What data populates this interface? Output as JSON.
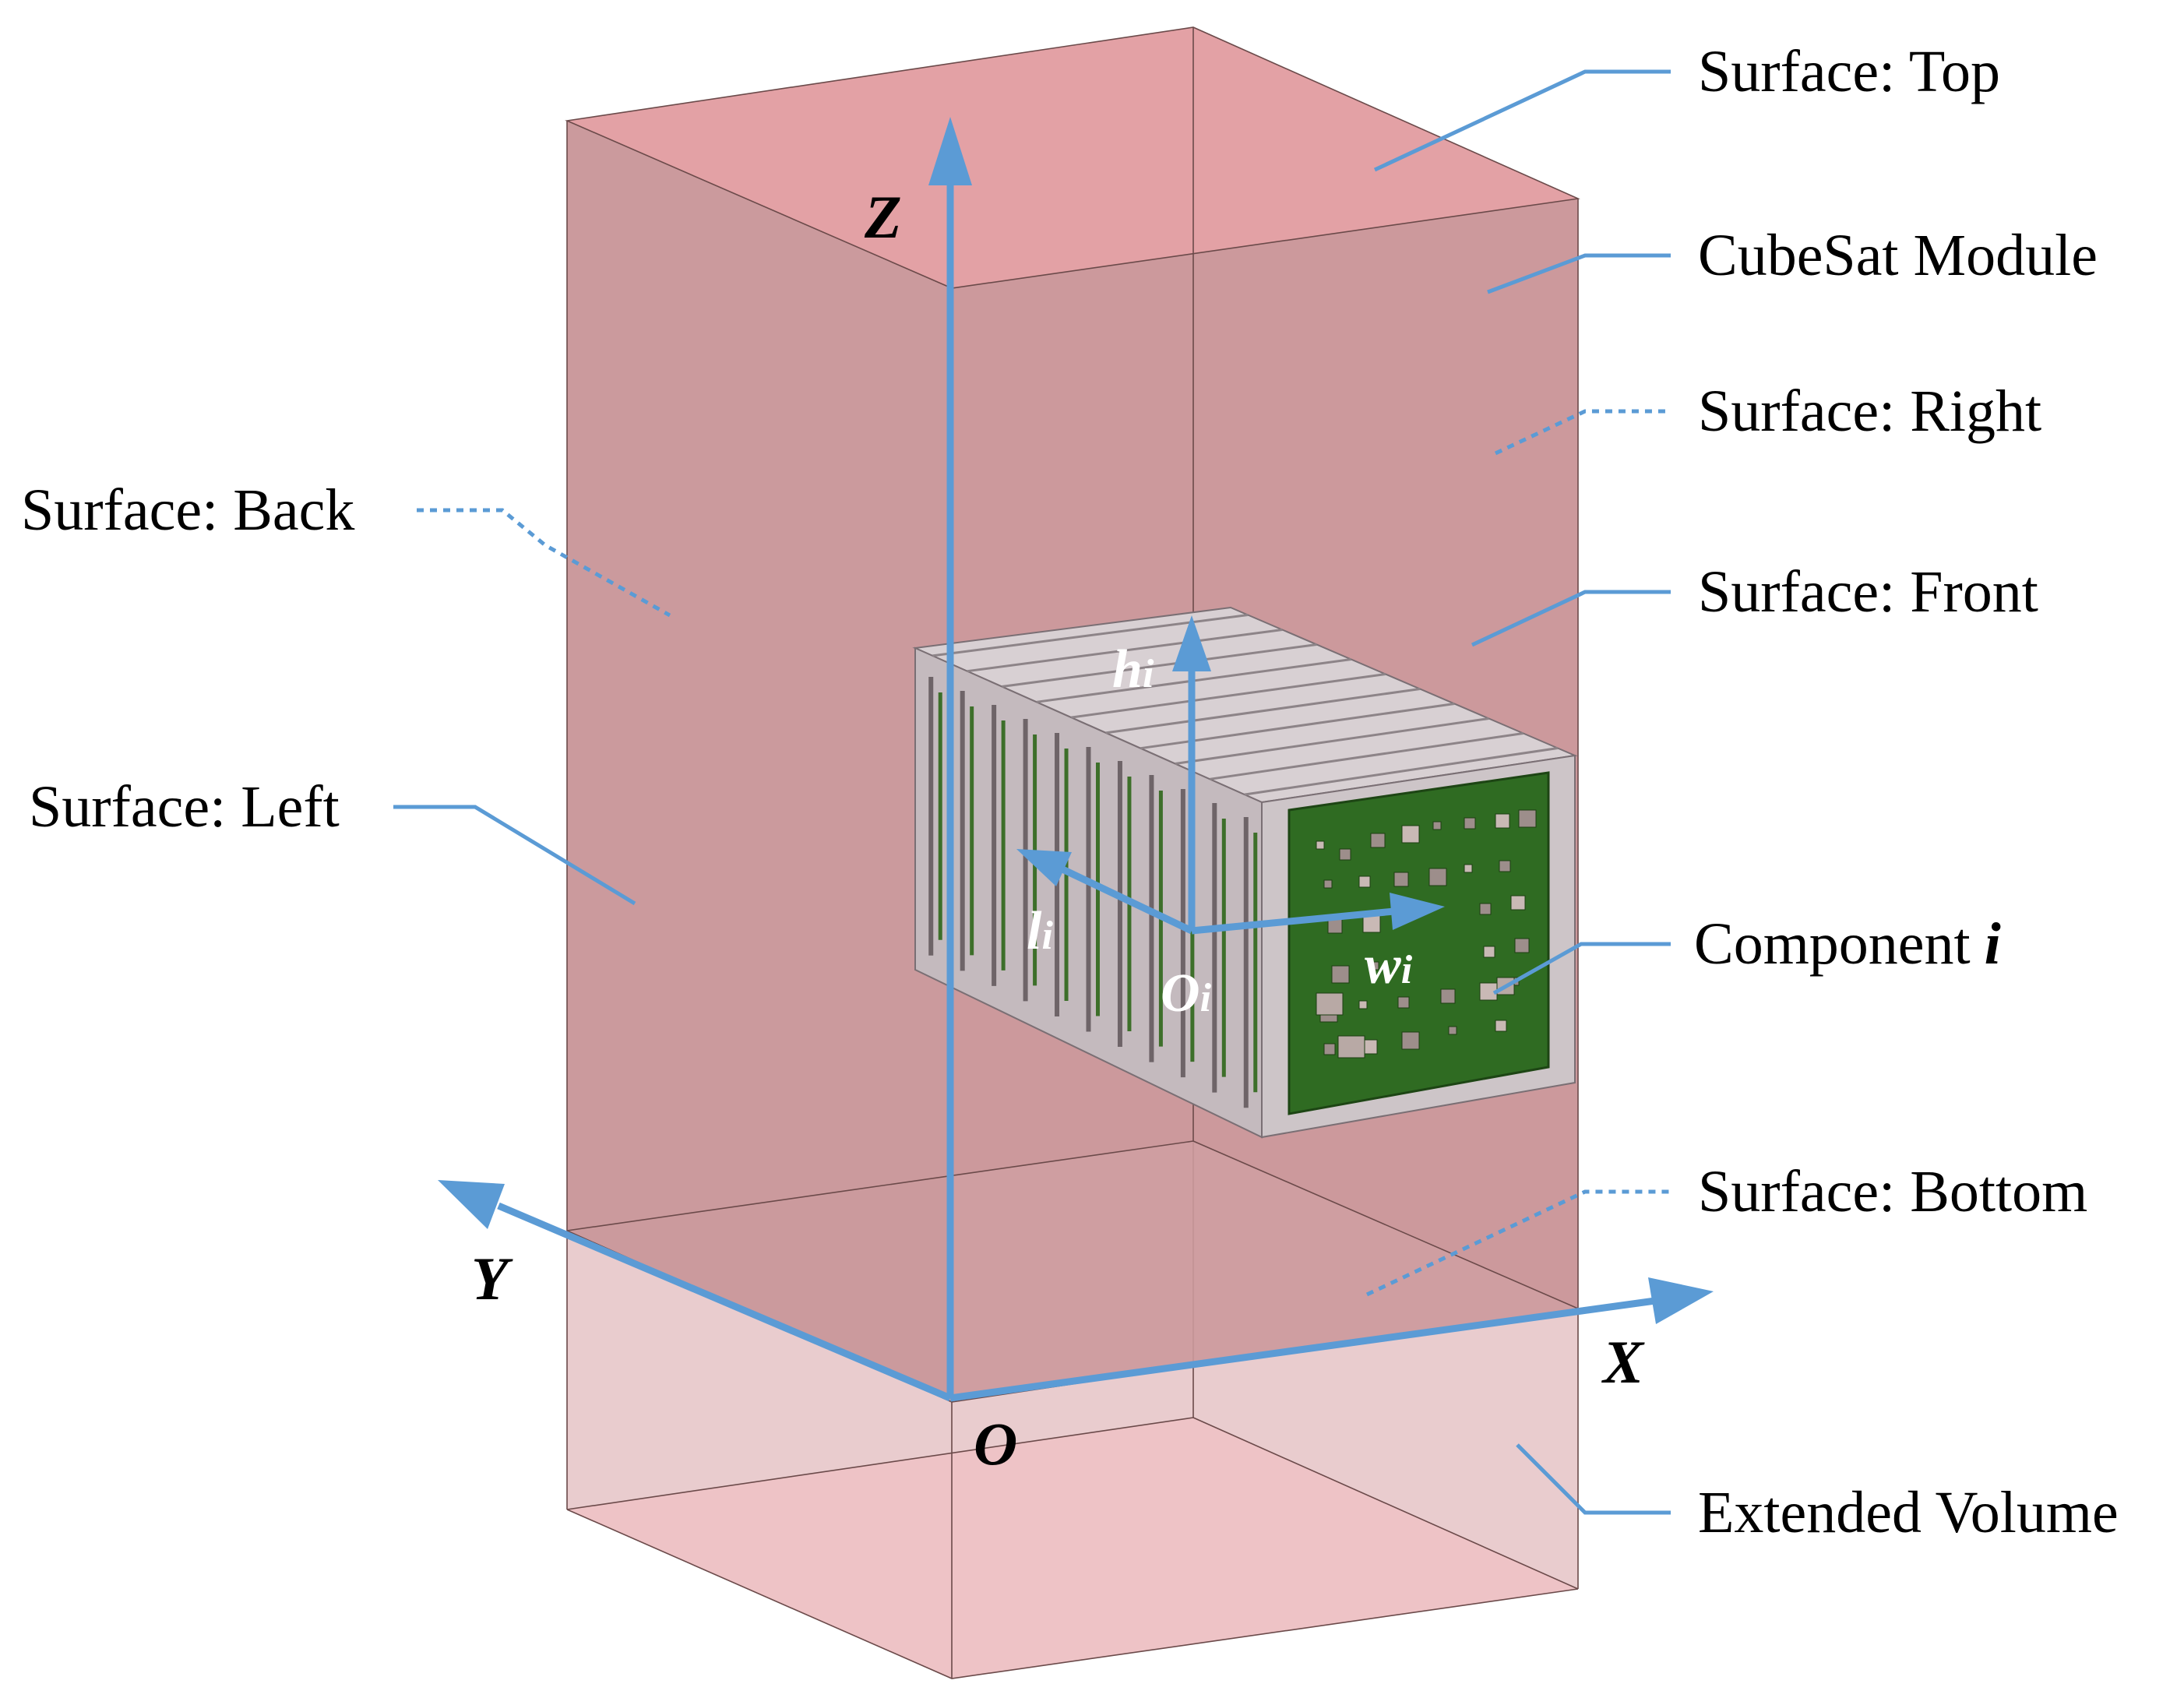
{
  "labels": {
    "surface_top": "Surface: Top",
    "cubesat_module": "CubeSat Module",
    "surface_right": "Surface: Right",
    "surface_back": "Surface: Back",
    "surface_front": "Surface: Front",
    "surface_left": "Surface: Left",
    "component_i": "Component",
    "component_i_var": "i",
    "surface_bottom": "Surface: Bottom",
    "extended_volume": "Extended Volume"
  },
  "axes": {
    "z": "Z",
    "y": "Y",
    "x": "X",
    "origin": "O"
  },
  "local_axes": {
    "h": "h",
    "h_sub": "i",
    "l": "l",
    "l_sub": "i",
    "w": "w",
    "w_sub": "i",
    "o": "O",
    "o_sub": "i"
  },
  "colors": {
    "module_fill": "#c9969a",
    "top_fill": "#e3a0a4",
    "extended_fill": "#e6c4c6",
    "accent": "#5b9bd5",
    "pcb": "#2f6b22",
    "frame": "#c8c0c3"
  }
}
